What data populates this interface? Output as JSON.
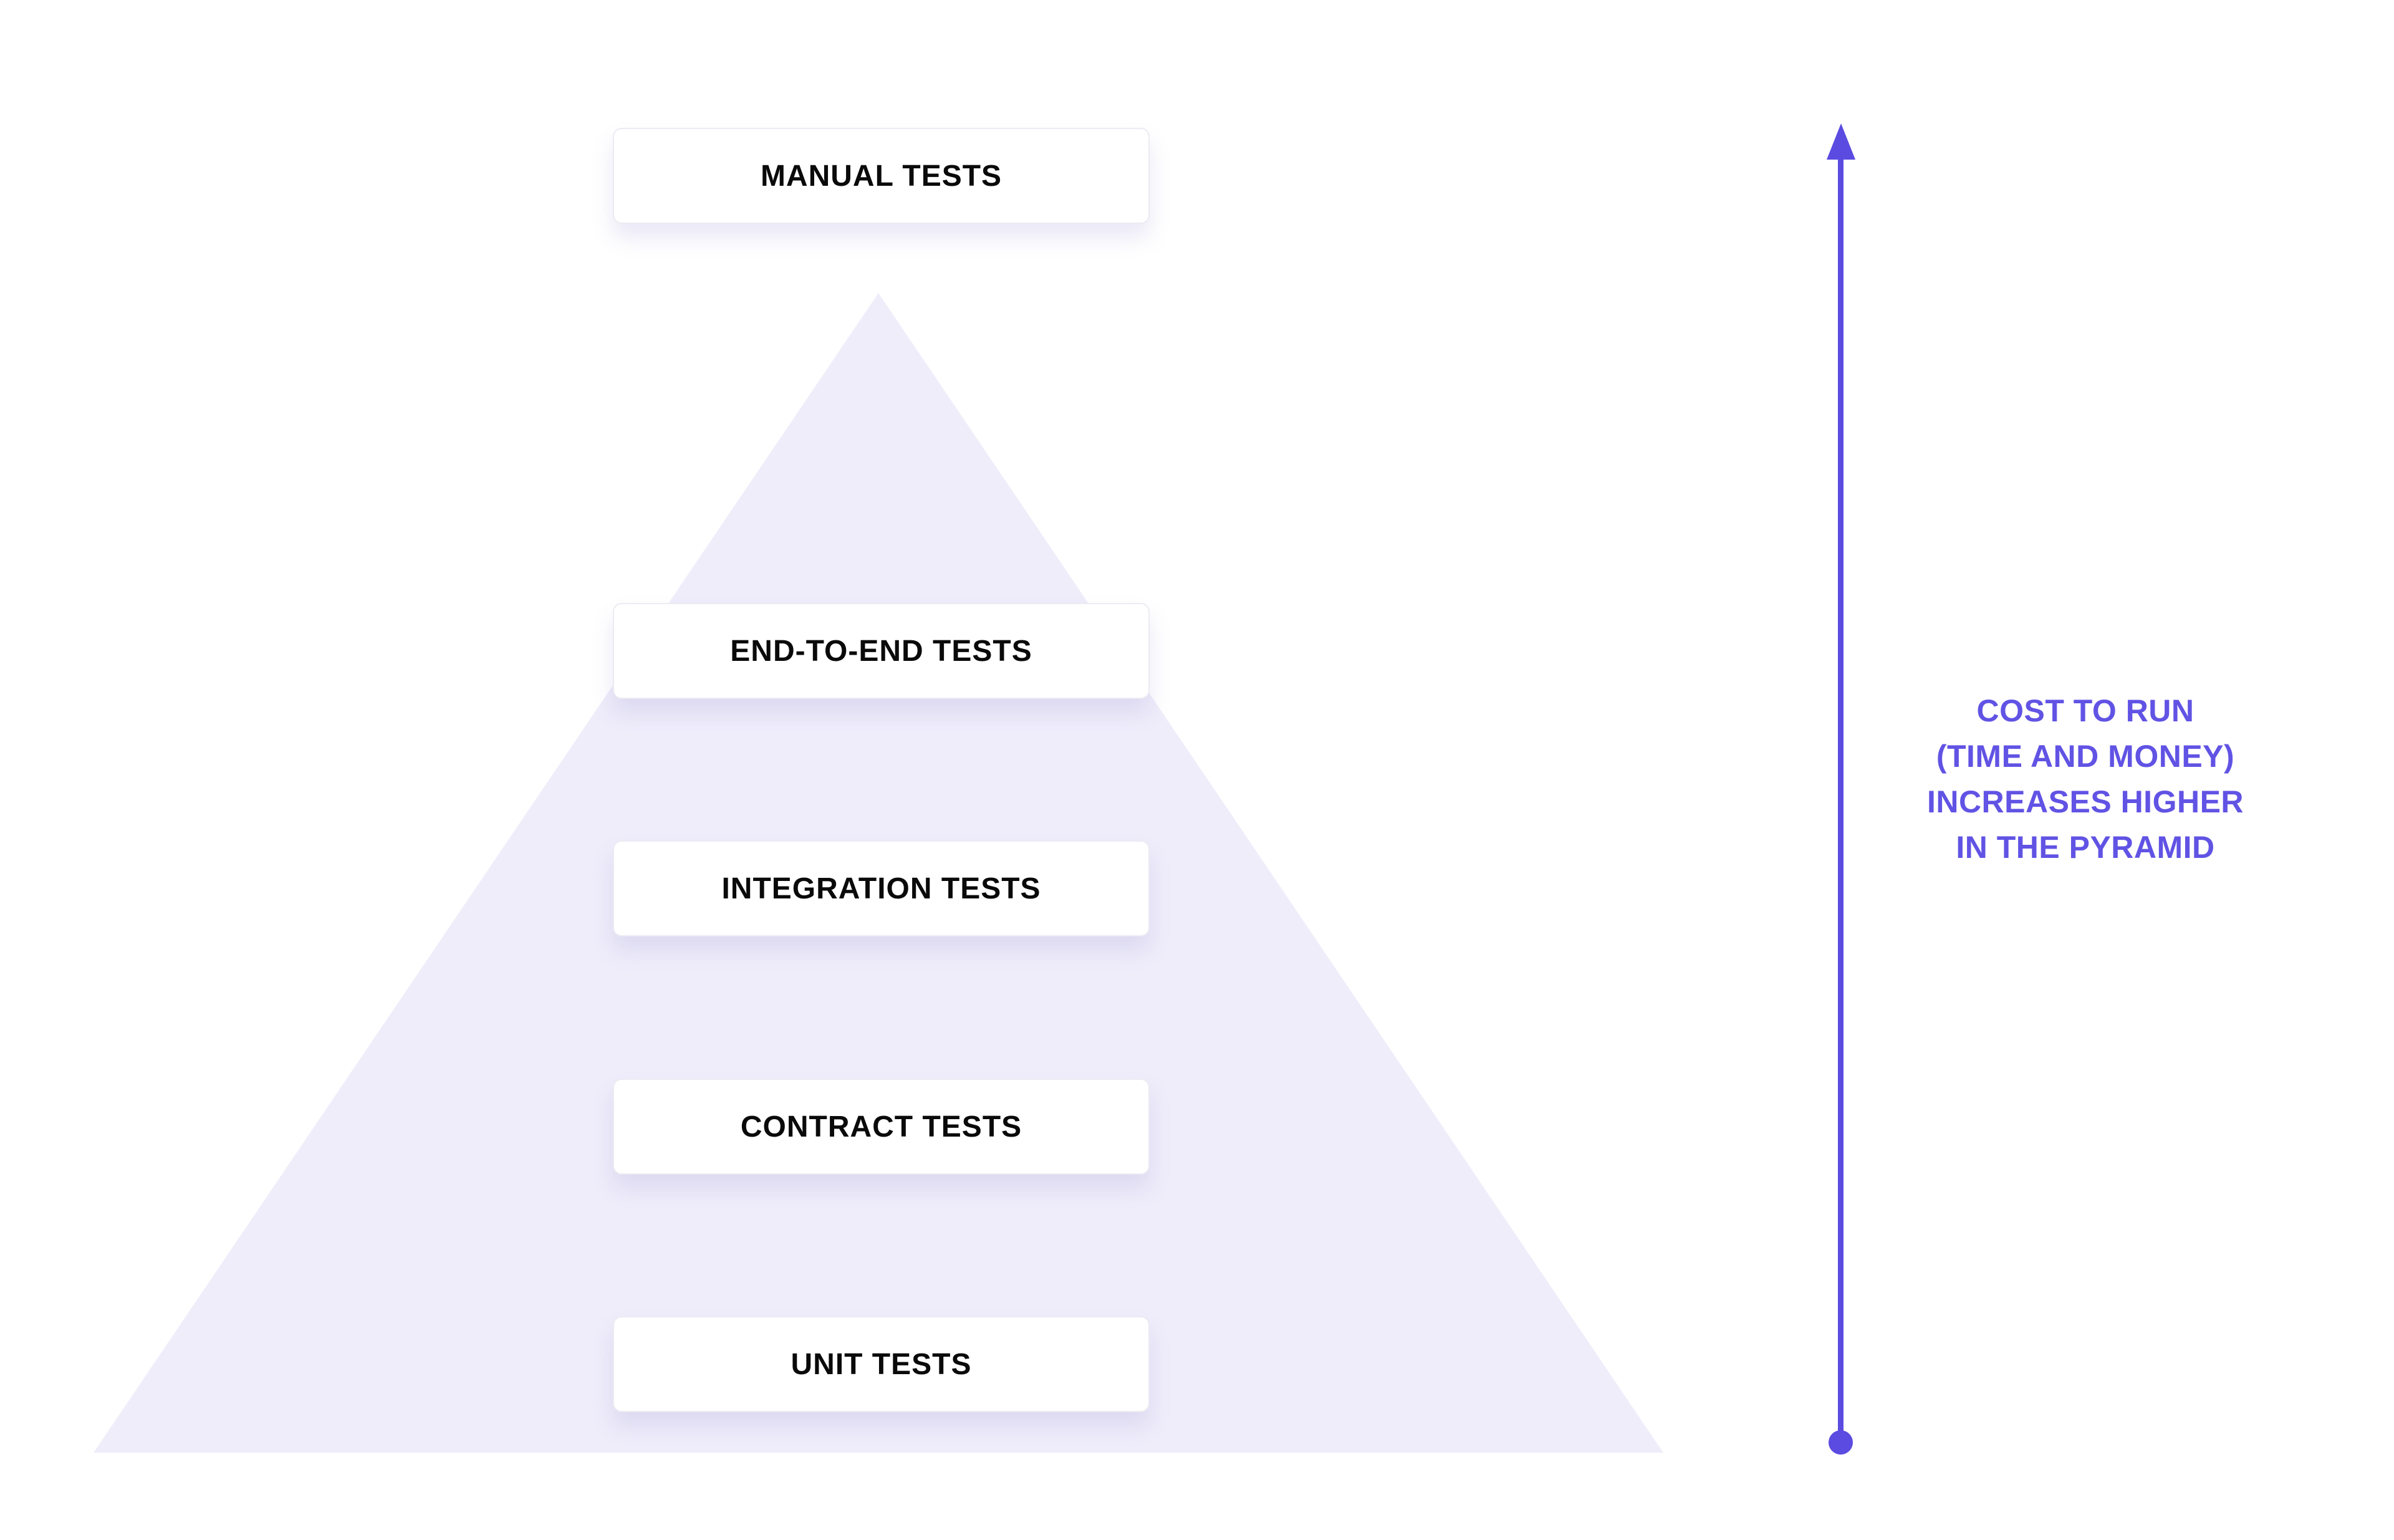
{
  "pyramid": {
    "levels": [
      {
        "label": "MANUAL TESTS"
      },
      {
        "label": "END-TO-END TESTS"
      },
      {
        "label": "INTEGRATION TESTS"
      },
      {
        "label": "CONTRACT TESTS"
      },
      {
        "label": "UNIT TESTS"
      }
    ]
  },
  "annotation": {
    "lines": [
      "COST TO RUN",
      "(TIME AND MONEY)",
      "INCREASES HIGHER",
      "IN THE PYRAMID"
    ]
  },
  "colors": {
    "pyramid_fill": "#EFEDFA",
    "arrow": "#5B4BE1",
    "annotation_text": "#6153E4",
    "label_text": "#0A0A0A",
    "background": "#FFFFFF"
  }
}
